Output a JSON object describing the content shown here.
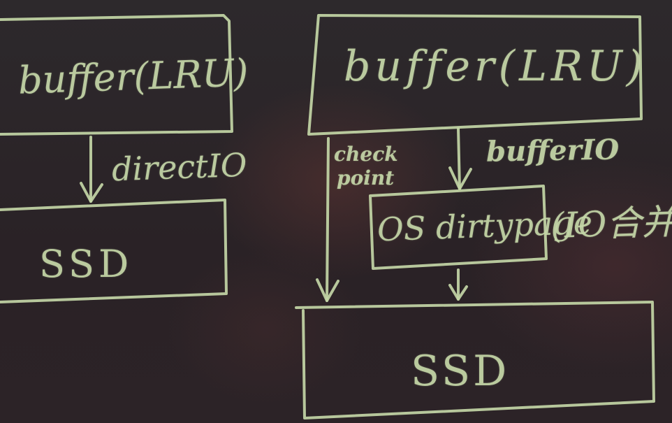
{
  "left_diagram": {
    "buffer_label": "buffer(LRU)",
    "io_label": "directIO",
    "storage_label": "SSD"
  },
  "right_diagram": {
    "buffer_label": "buffer(LRU)",
    "checkpoint_label_line1": "check",
    "checkpoint_label_line2": "point",
    "io_label": "bufferIO",
    "os_label": "OS dirtypage",
    "merge_label": "(IO合并",
    "storage_label": "SSD"
  },
  "colors": {
    "board": "#2a2327",
    "chalk": "#c5d7a8"
  }
}
